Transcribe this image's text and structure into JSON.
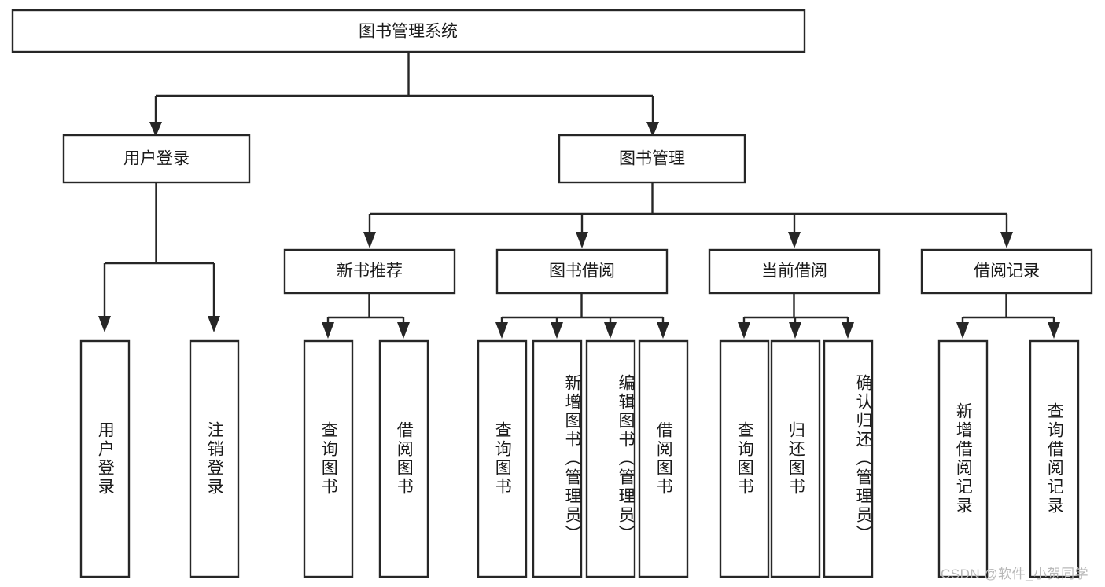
{
  "diagram": {
    "type": "tree-hierarchy",
    "title": "图书管理系统",
    "orientation": "top-down",
    "colors": {
      "box_stroke": "#262626",
      "box_fill": "#ffffff",
      "connector": "#262626",
      "text": "#1a1a1a",
      "watermark": "#b8b8b8",
      "background": "#ffffff"
    },
    "levels": 4,
    "root": {
      "label": "图书管理系统"
    },
    "level2": [
      {
        "label": "用户登录"
      },
      {
        "label": "图书管理"
      }
    ],
    "level3": [
      {
        "label": "新书推荐"
      },
      {
        "label": "图书借阅"
      },
      {
        "label": "当前借阅"
      },
      {
        "label": "借阅记录"
      }
    ],
    "leaves": {
      "user_login": [
        {
          "label": "用户登录"
        },
        {
          "label": "注销登录"
        }
      ],
      "new_book_rec": [
        {
          "label": "查询图书"
        },
        {
          "label": "借阅图书"
        }
      ],
      "book_borrow": [
        {
          "label": "查询图书"
        },
        {
          "label": "新增图书（管理员）"
        },
        {
          "label": "编辑图书（管理员）"
        },
        {
          "label": "借阅图书"
        }
      ],
      "current_borrow": [
        {
          "label": "查询图书"
        },
        {
          "label": "归还图书"
        },
        {
          "label": "确认归还（管理员）"
        }
      ],
      "borrow_record": [
        {
          "label": "新增借阅记录"
        },
        {
          "label": "查询借阅记录"
        }
      ]
    }
  },
  "watermark": {
    "text": "CSDN @软件_小贺同学"
  }
}
